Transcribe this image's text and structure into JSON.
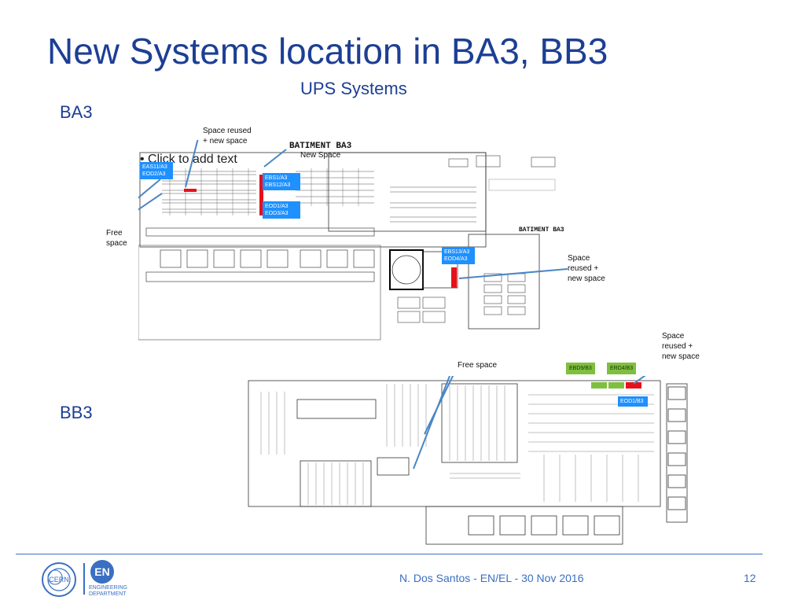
{
  "slide": {
    "title": "New Systems location in BA3, BB3",
    "subtitle": "UPS Systems",
    "section_ba3": "BA3",
    "section_bb3": "BB3"
  },
  "ba3": {
    "plan_title": "BATIMENT BA3",
    "plan_title_small": "BATIMENT BA3",
    "placeholder": "• Click to add text",
    "annot_space_reused_top": [
      "Space reused",
      "+ new space"
    ],
    "annot_new_space": "New Space",
    "annot_free_space": [
      "Free",
      "space"
    ],
    "annot_space_reused_right": [
      "Space",
      "reused +",
      "new space"
    ],
    "box_eas": [
      "EAS11/A3",
      "EOD2/A3"
    ],
    "box_ebs": [
      "EBS1/A3",
      "EBS12/A3"
    ],
    "box_eod": [
      "EOD1/A3",
      "EOD3/A3"
    ],
    "box_ebs13": [
      "EBS13/A3",
      "EOD4/A3"
    ]
  },
  "bb3": {
    "annot_free_space": "Free space",
    "annot_space_reused": [
      "Space",
      "reused +",
      "new space"
    ],
    "box_ebd": "EBD9/B3",
    "box_erd": "ERD4/B3",
    "box_eod": "EOD1/B3"
  },
  "footer": {
    "text": "N. Dos Santos - EN/EL - 30 Nov 2016",
    "page": "12",
    "logo_cern": "CERN",
    "logo_en": "EN",
    "logo_dept": [
      "ENGINEERING",
      "DEPARTMENT"
    ]
  },
  "colors": {
    "title": "#1c3f94",
    "footer": "#3a6fc2",
    "highlight_blue": "#1e90ff",
    "highlight_green": "#7fbf3f",
    "highlight_red": "#e8101a",
    "arrow": "#4a86c5"
  }
}
